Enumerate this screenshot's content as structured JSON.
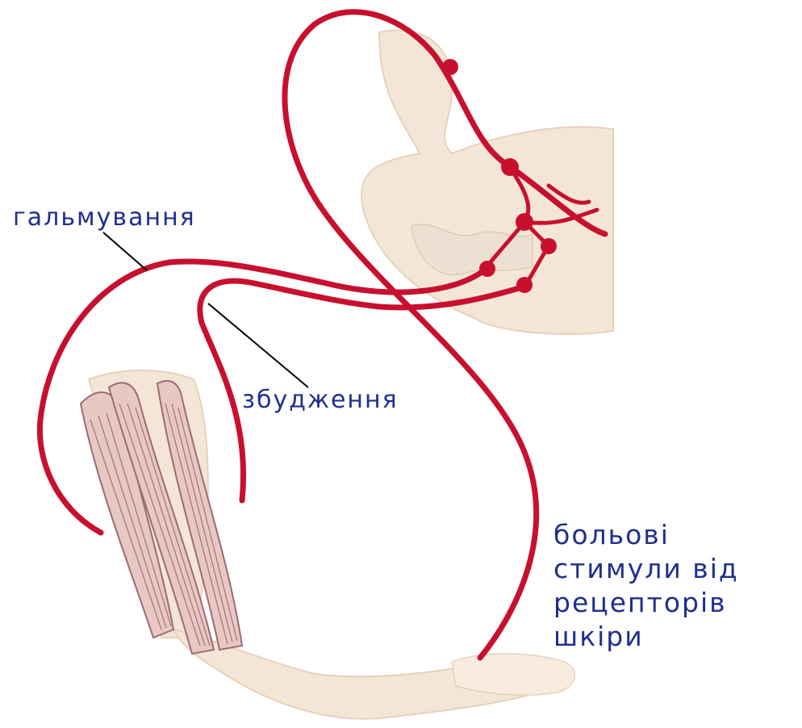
{
  "labels": {
    "inhibition": "гальмування",
    "excitation": "збудження",
    "pain_stimuli": [
      "больові",
      "стимули від",
      "рецепторів",
      "шкіри"
    ]
  },
  "colors": {
    "nerve": "#c8102e",
    "bone": "#f4e6d6",
    "bone_stroke": "#e6d2bc",
    "muscle_fill": "#e8c8c3",
    "muscle_stroke": "#9c6b74",
    "label_text": "#1f2f8c"
  }
}
